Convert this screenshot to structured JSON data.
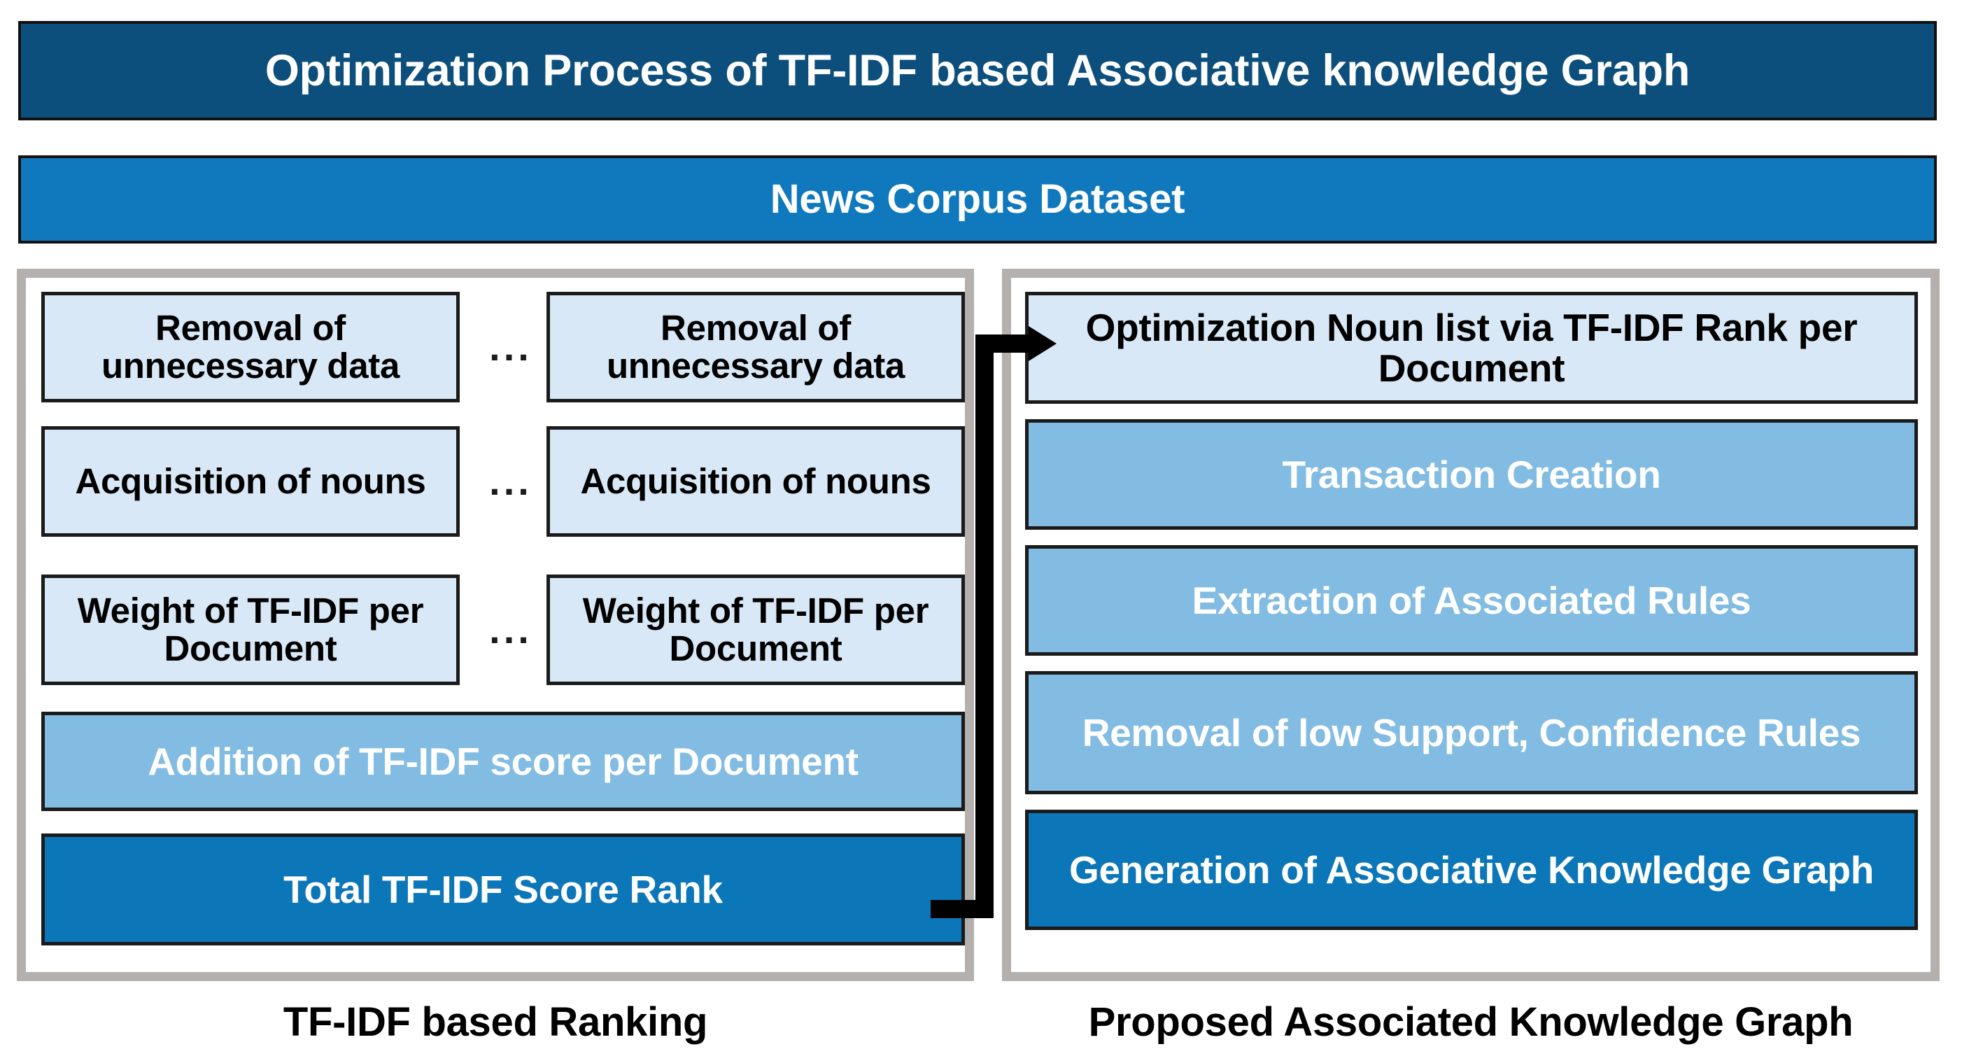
{
  "title_banner": {
    "text": "Optimization Process of TF-IDF based Associative knowledge Graph",
    "background": "#0d4f7c",
    "text_color": "#ffffff"
  },
  "dataset_banner": {
    "text": "News Corpus Dataset",
    "background": "#1079bd",
    "text_color": "#ffffff"
  },
  "left_panel": {
    "caption": "TF-IDF based Ranking",
    "border_color": "#b3b0ae",
    "ellipsis": "...",
    "rows": [
      {
        "first": "Removal of unnecessary data",
        "separator": "...",
        "last": "Removal of unnecessary data"
      },
      {
        "first": "Acquisition of nouns",
        "separator": "...",
        "last": "Acquisition of nouns"
      },
      {
        "first": "Weight of TF-IDF per Document",
        "separator": "...",
        "last": "Weight of TF-IDF per Document"
      }
    ],
    "summary_boxes": [
      {
        "label": "Addition of TF-IDF score per Document",
        "tone": "mid",
        "background": "#83bce2",
        "text_color": "#ffffff"
      },
      {
        "label": "Total TF-IDF Score Rank",
        "tone": "strong",
        "background": "#0b76b8",
        "text_color": "#ffffff"
      }
    ],
    "item_background": "#d9e8f6",
    "item_text_color": "#000000"
  },
  "right_panel": {
    "caption": "Proposed Associated Knowledge Graph",
    "border_color": "#b3b0ae",
    "steps": [
      {
        "label": "Optimization Noun list via TF-IDF Rank per Document",
        "tone": "pale",
        "background": "#d9e8f6",
        "text_color": "#000000"
      },
      {
        "label": "Transaction Creation",
        "tone": "mid",
        "background": "#83bce2",
        "text_color": "#ffffff"
      },
      {
        "label": "Extraction of Associated Rules",
        "tone": "mid",
        "background": "#83bce2",
        "text_color": "#ffffff"
      },
      {
        "label": "Removal of low Support, Confidence Rules",
        "tone": "mid",
        "background": "#83bce2",
        "text_color": "#ffffff"
      },
      {
        "label": "Generation of Associative Knowledge Graph",
        "tone": "strong",
        "background": "#0b76b8",
        "text_color": "#ffffff"
      }
    ]
  },
  "connector": {
    "name": "flow-arrow",
    "color": "#000000",
    "direction": "from Total TF-IDF Score Rank to Optimization Noun list"
  }
}
